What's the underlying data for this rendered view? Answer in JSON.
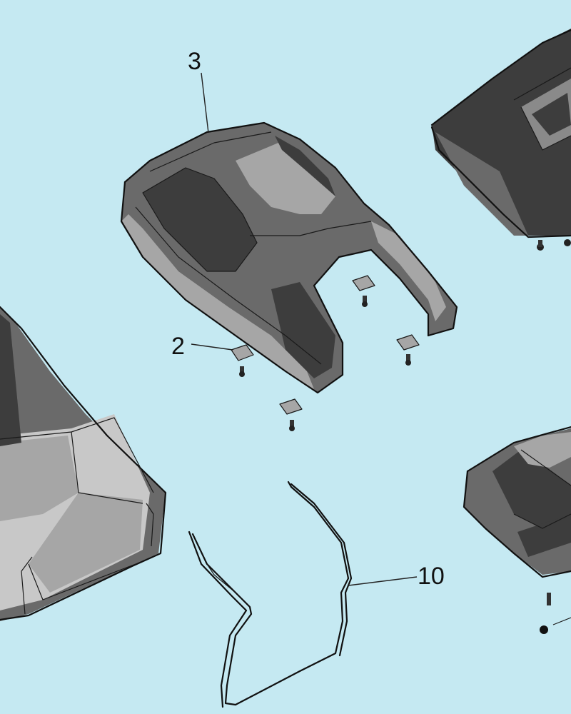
{
  "callouts": {
    "part_3": "3",
    "part_2": "2",
    "part_10": "10"
  },
  "colors": {
    "background": "#c5e9f2",
    "part_dark": "#3d3d3d",
    "part_mid": "#6a6a6a",
    "part_light": "#a6a6a6",
    "outline": "#111111"
  }
}
